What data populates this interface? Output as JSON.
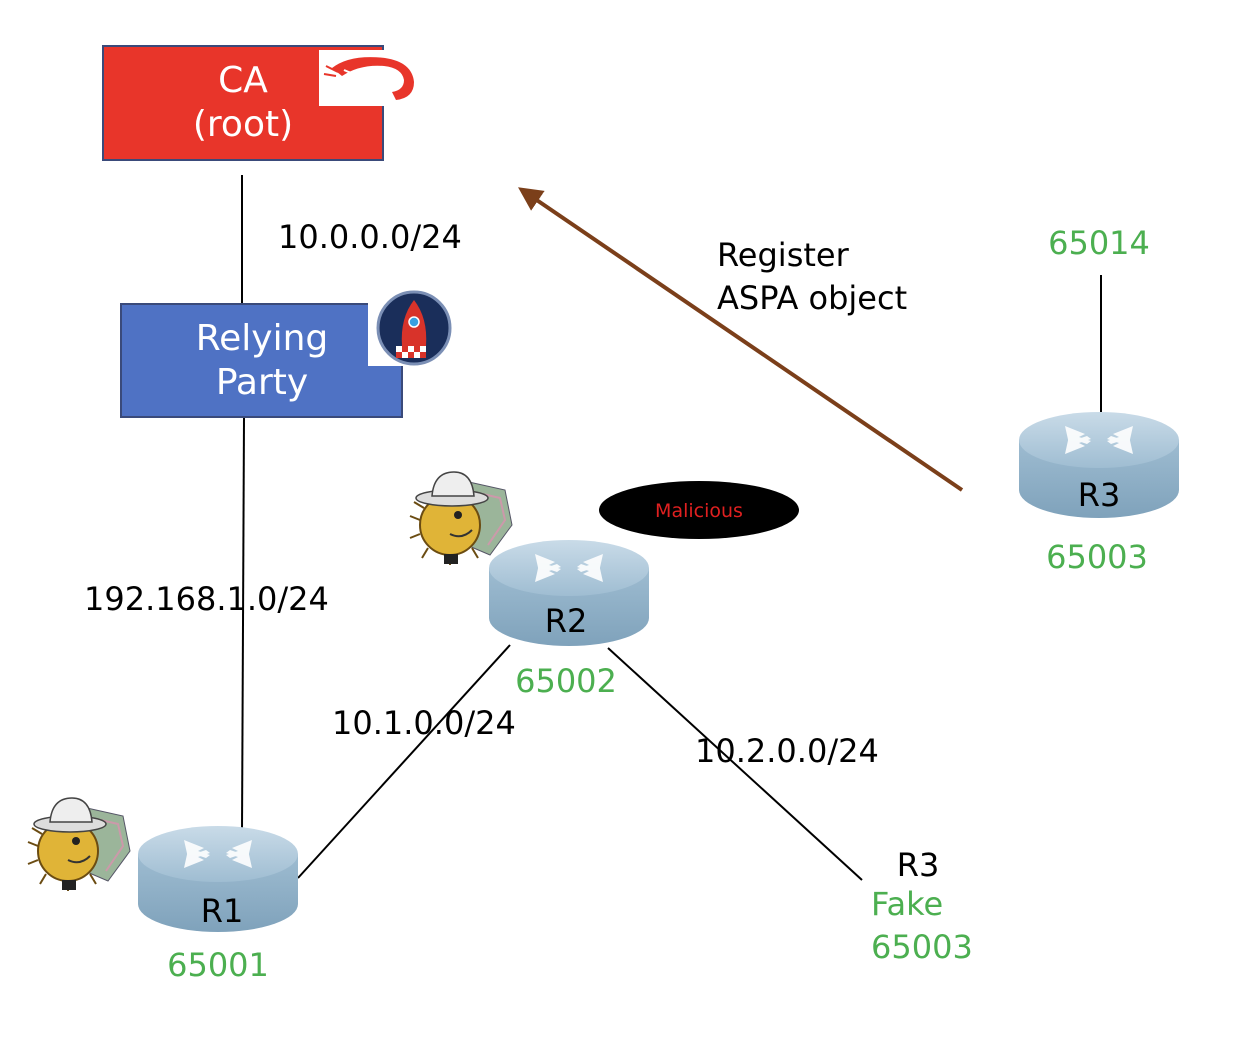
{
  "colors": {
    "ca_fill": "#e8352a",
    "rp_fill": "#4f72c4",
    "asn_text": "#4caf50",
    "arrow": "#7b3f1a",
    "malicious_fill": "#000000",
    "malicious_text": "#e02020"
  },
  "ca_box": {
    "line1": "CA",
    "line2": "(root)",
    "icon": "shrimp-icon"
  },
  "relying_party": {
    "line1": "Relying",
    "line2": "Party",
    "icon": "rocket-icon"
  },
  "links": {
    "ca_rp": "10.0.0.0/24",
    "rp_r1": "192.168.1.0/24",
    "r1_r2": "10.1.0.0/24",
    "r2_fake": "10.2.0.0/24"
  },
  "arrow_label": {
    "line1": "Register",
    "line2": "ASPA object"
  },
  "routers": {
    "r1": {
      "name": "R1",
      "asn": "65001",
      "icon": "pufferfish-icon"
    },
    "r2": {
      "name": "R2",
      "asn": "65002",
      "icon": "pufferfish-icon",
      "badge": "Malicious"
    },
    "r3": {
      "name": "R3",
      "asn": "65003",
      "upstream_asn": "65014"
    },
    "fake_r3": {
      "name": "R3",
      "tag": "Fake",
      "asn": "65003"
    }
  }
}
